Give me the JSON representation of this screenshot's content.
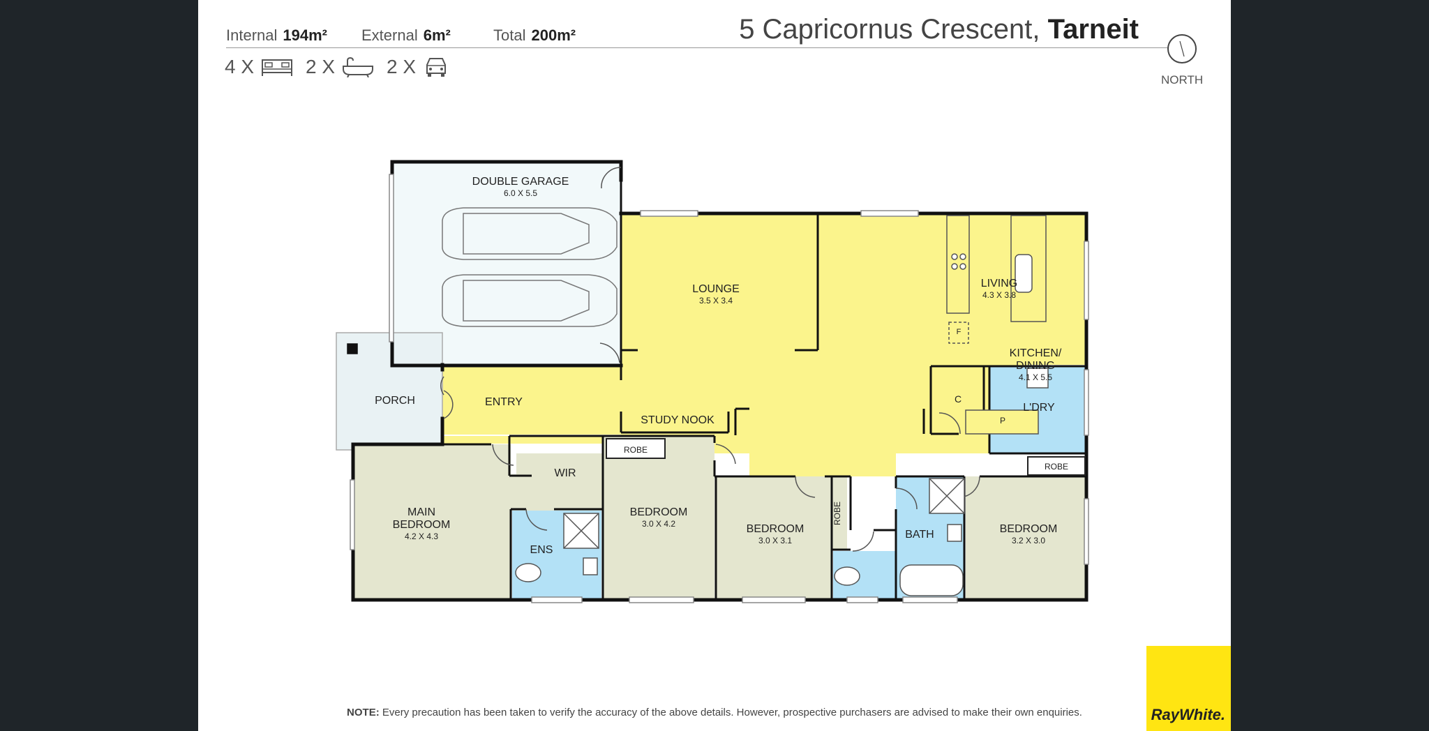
{
  "header": {
    "address": "5 Capricornus Crescent,",
    "suburb": "Tarneit",
    "internal_label": "Internal",
    "internal_value": "194m²",
    "external_label": "External",
    "external_value": "6m²",
    "total_label": "Total",
    "total_value": "200m²",
    "bedrooms": "4 X",
    "bathrooms": "2 X",
    "garages": "2 X",
    "north_label": "NORTH"
  },
  "rooms": {
    "garage": {
      "name": "DOUBLE GARAGE",
      "dims": "6.0 X 5.5"
    },
    "lounge": {
      "name": "LOUNGE",
      "dims": "3.5 X 3.4"
    },
    "living": {
      "name": "LIVING",
      "dims": "4.3 X 3.8"
    },
    "kitchen": {
      "name1": "KITCHEN/",
      "name2": "DINING",
      "dims": "4.1 X 5.5"
    },
    "porch": {
      "name": "PORCH"
    },
    "entry": {
      "name": "ENTRY"
    },
    "study": {
      "name": "STUDY NOOK"
    },
    "pantry": {
      "name": "P"
    },
    "fridge": {
      "name": "F"
    },
    "cupboard": {
      "name": "C"
    },
    "laundry": {
      "name": "L'DRY"
    },
    "main_bed": {
      "name1": "MAIN",
      "name2": "BEDROOM",
      "dims": "4.2 X 4.3"
    },
    "wir": {
      "name": "WIR"
    },
    "ens": {
      "name": "ENS"
    },
    "bed2": {
      "name": "BEDROOM",
      "dims": "3.0 X 4.2"
    },
    "bed3": {
      "name": "BEDROOM",
      "dims": "3.0 X 3.1"
    },
    "bath": {
      "name": "BATH"
    },
    "bed4": {
      "name": "BEDROOM",
      "dims": "3.2 X 3.0"
    },
    "robe1": {
      "name": "ROBE"
    },
    "robe2": {
      "name": "ROBE"
    },
    "robe3": {
      "name": "ROBE"
    }
  },
  "footer": {
    "note_label": "NOTE:",
    "note_text": " Every precaution has been taken to verify the accuracy of the above details. However, prospective purchasers are advised to make their own enquiries.",
    "brand": "RayWhite."
  },
  "colors": {
    "background": "#1f2529",
    "living_zone": "#fbf48c",
    "bedroom_zone": "#e4e6cf",
    "wet_zone": "#b3e1f6",
    "garage_zone": "#f2f9fa",
    "brand_yellow": "#ffe512"
  }
}
